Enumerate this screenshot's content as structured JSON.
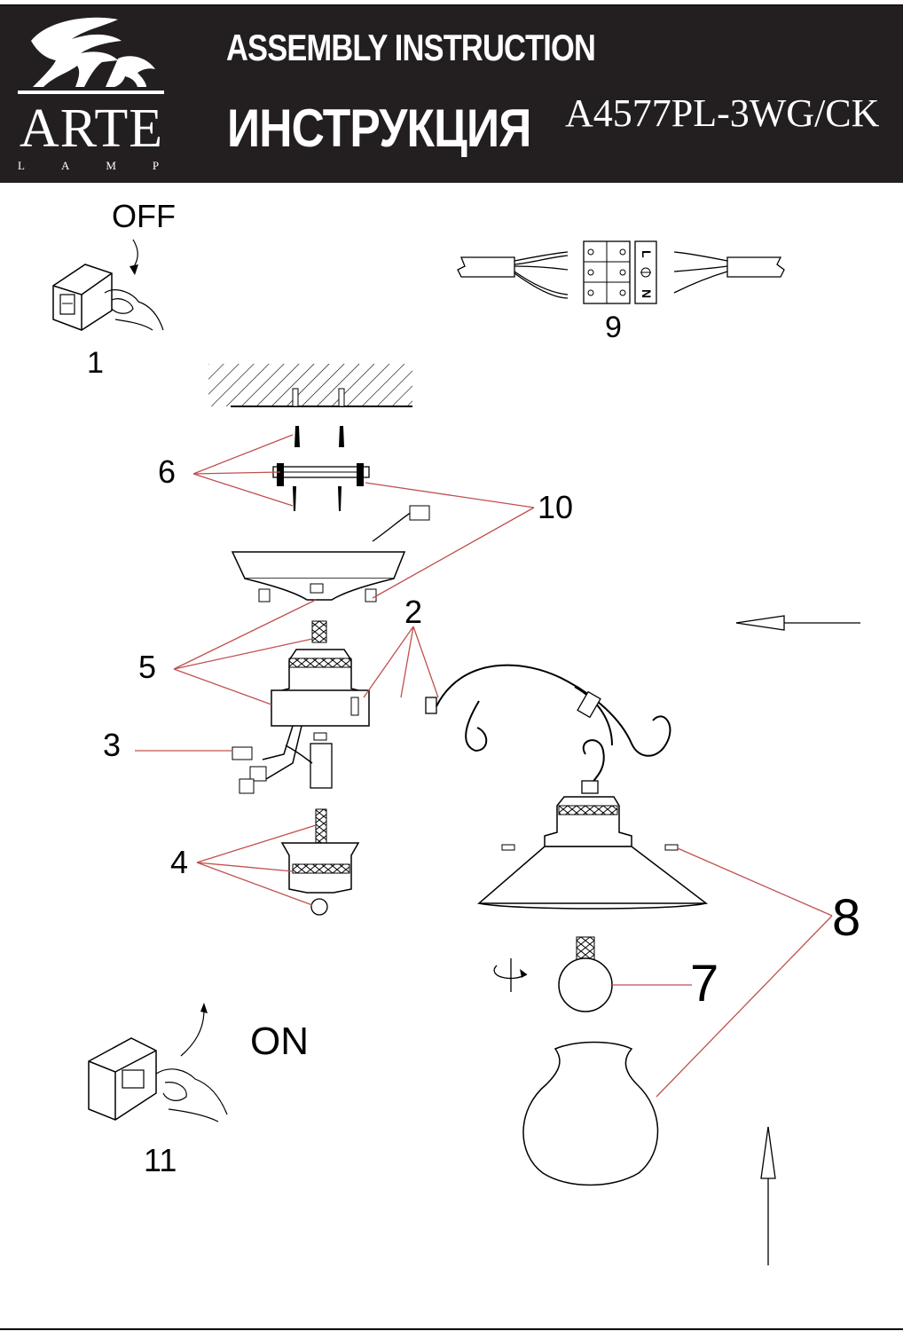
{
  "header": {
    "brand": "ARTE",
    "brand_sub": "LAMP",
    "title_en": "ASSEMBLY INSTRUCTION",
    "title_ru": "ИНСТРУКЦИЯ",
    "model": "A4577PL-3WG/CK",
    "background": "#231f20"
  },
  "steps": {
    "switch_off_label": "OFF",
    "switch_on_label": "ON",
    "step1": "1",
    "step2": "2",
    "step3": "3",
    "step4": "4",
    "step5": "5",
    "step6": "6",
    "step7": "7",
    "step8": "8",
    "step9": "9",
    "step10": "10",
    "step11": "11"
  },
  "terminal_block": {
    "mark_l": "L",
    "mark_n": "N"
  },
  "colors": {
    "leader_line": "#c0504d",
    "ink": "#000000"
  }
}
